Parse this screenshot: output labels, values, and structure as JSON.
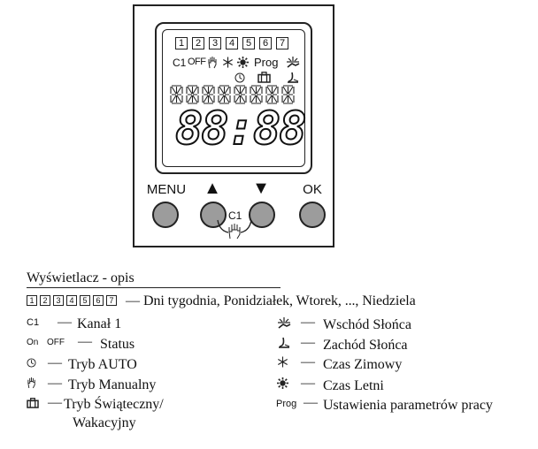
{
  "display": {
    "days": [
      "1",
      "2",
      "3",
      "4",
      "5",
      "6",
      "7"
    ],
    "channel": "C1",
    "off": "OFF",
    "prog": "Prog",
    "time": "88:88"
  },
  "buttons": {
    "menu": "MENU",
    "up": "▲",
    "down": "▼",
    "ok": "OK",
    "channel_label": "C1"
  },
  "legend": {
    "title": "Wyświetlacz - opis",
    "days_desc": "Dni tygodnia, Ponidziałek, Wtorek, ..., Niedziela",
    "channel_symbol": "C1",
    "channel_desc": "Kanał 1",
    "status_on": "On",
    "status_off": "OFF",
    "status_desc": "Status",
    "auto_desc": "Tryb AUTO",
    "manual_desc": "Tryb Manualny",
    "holiday_desc_line1": "Tryb Świąteczny/",
    "holiday_desc_line2": "Wakacyjny",
    "sunrise_desc": "Wschód Słońca",
    "sunset_desc": "Zachód Słońca",
    "winter_desc": "Czas Zimowy",
    "summer_desc": "Czas Letni",
    "prog_symbol": "Prog",
    "prog_desc": "Ustawienia parametrów pracy"
  },
  "colors": {
    "button_fill": "#9c9c9c",
    "outline": "#222222"
  }
}
